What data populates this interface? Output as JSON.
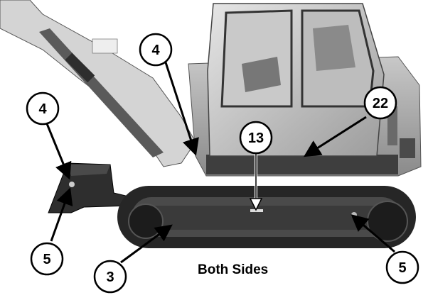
{
  "caption": "Both Sides",
  "callouts": [
    {
      "id": "c4a",
      "label": "4"
    },
    {
      "id": "c4b",
      "label": "4"
    },
    {
      "id": "c13",
      "label": "13"
    },
    {
      "id": "c22",
      "label": "22"
    },
    {
      "id": "c5a",
      "label": "5"
    },
    {
      "id": "c5b",
      "label": "5"
    },
    {
      "id": "c3",
      "label": "3"
    }
  ],
  "colors": {
    "machine_light": "#d8d8d8",
    "machine_mid": "#9a9a9a",
    "machine_dark": "#3a3a3a",
    "track": "#2a2a2a",
    "outline": "#000000"
  }
}
